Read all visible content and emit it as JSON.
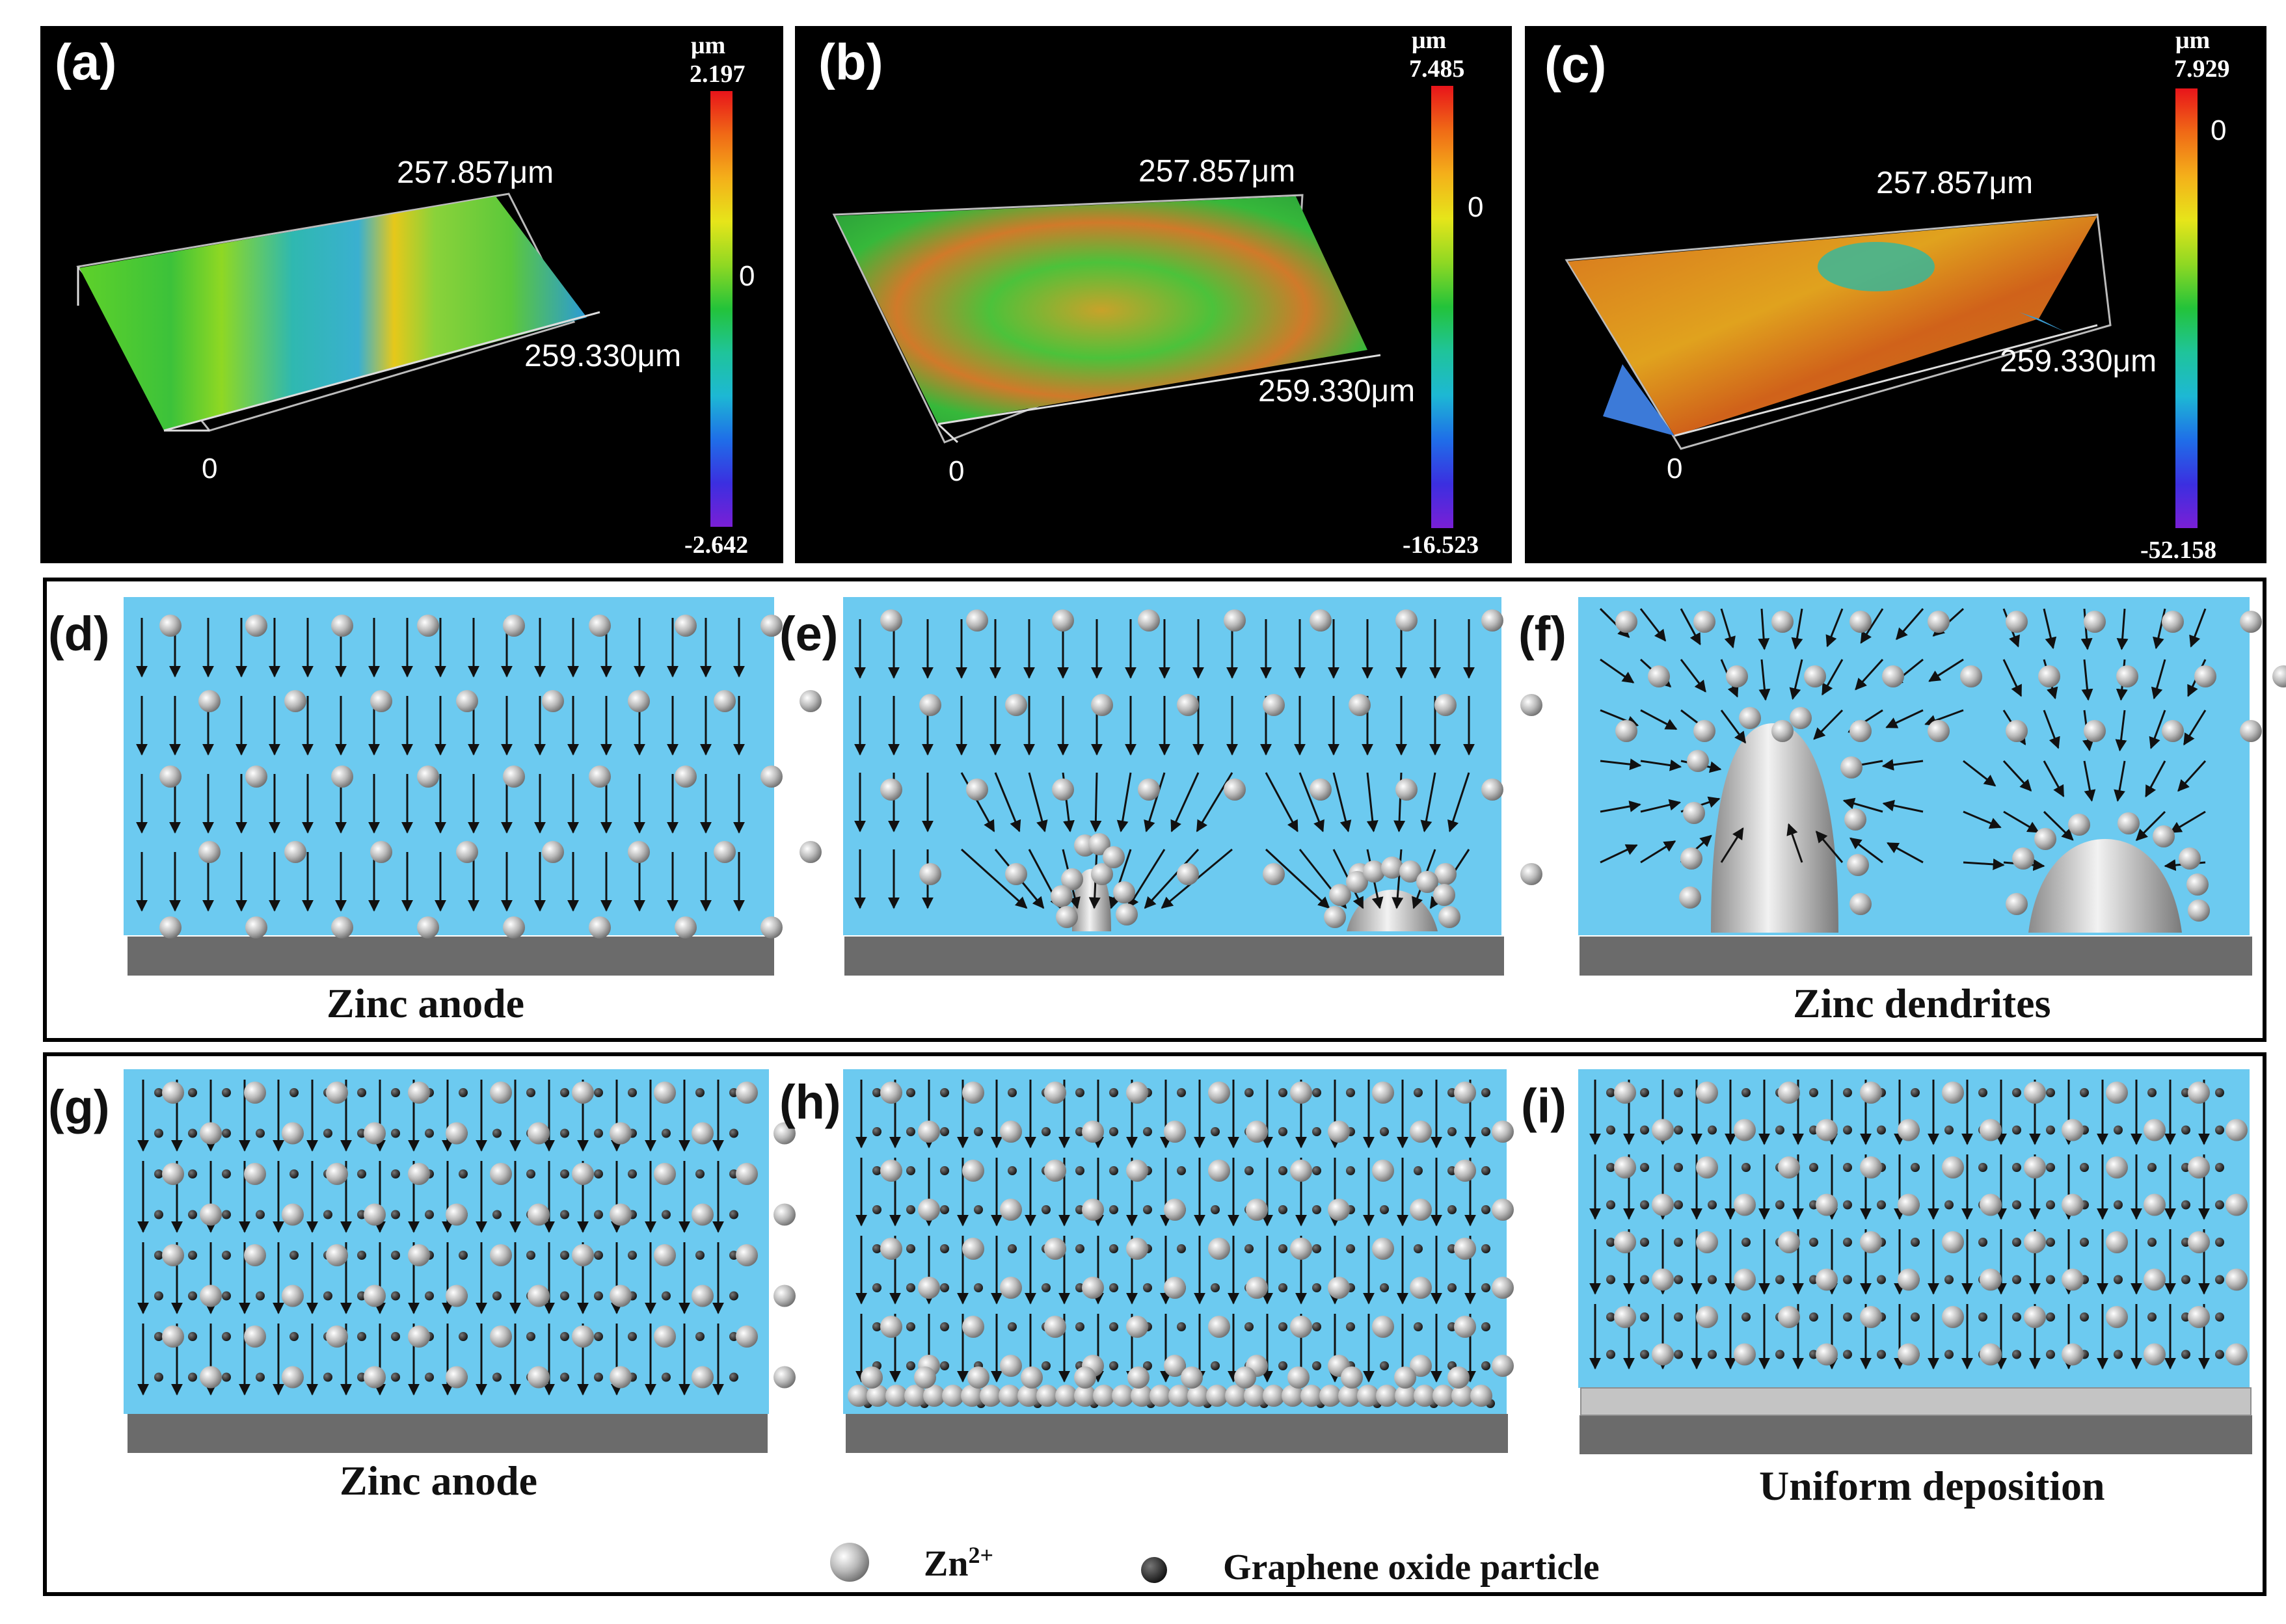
{
  "afm_panels": [
    {
      "label": "(a)",
      "unit": "μm",
      "max": "2.197",
      "min": "-2.642",
      "zero": "0",
      "dim_y": "257.857μm",
      "dim_x": "259.330μm",
      "origin": "0"
    },
    {
      "label": "(b)",
      "unit": "μm",
      "max": "7.485",
      "min": "-16.523",
      "zero": "0",
      "dim_y": "257.857μm",
      "dim_x": "259.330μm",
      "origin": "0"
    },
    {
      "label": "(c)",
      "unit": "μm",
      "max": "7.929",
      "min": "-52.158",
      "zero": "0",
      "dim_y": "257.857μm",
      "dim_x": "259.330μm",
      "origin": "0"
    }
  ],
  "schematics": {
    "row1": {
      "labels": [
        "(d)",
        "(e)",
        "(f)"
      ],
      "captions": [
        "Zinc anode",
        "Zinc dendrites"
      ]
    },
    "row2": {
      "labels": [
        "(g)",
        "(h)",
        "(i)"
      ],
      "captions": [
        "Zinc anode",
        "Uniform deposition"
      ]
    }
  },
  "legend": {
    "zn_label": "Zn",
    "zn_charge": "2+",
    "go_label": "Graphene oxide particle"
  },
  "colors": {
    "electrolyte": "#6ccaf0",
    "anode": "#6b6b6b",
    "zn_ion": "#b9b9b9",
    "go_particle": "#1b1b1b",
    "deposit_layer": "#c4c4c4"
  }
}
